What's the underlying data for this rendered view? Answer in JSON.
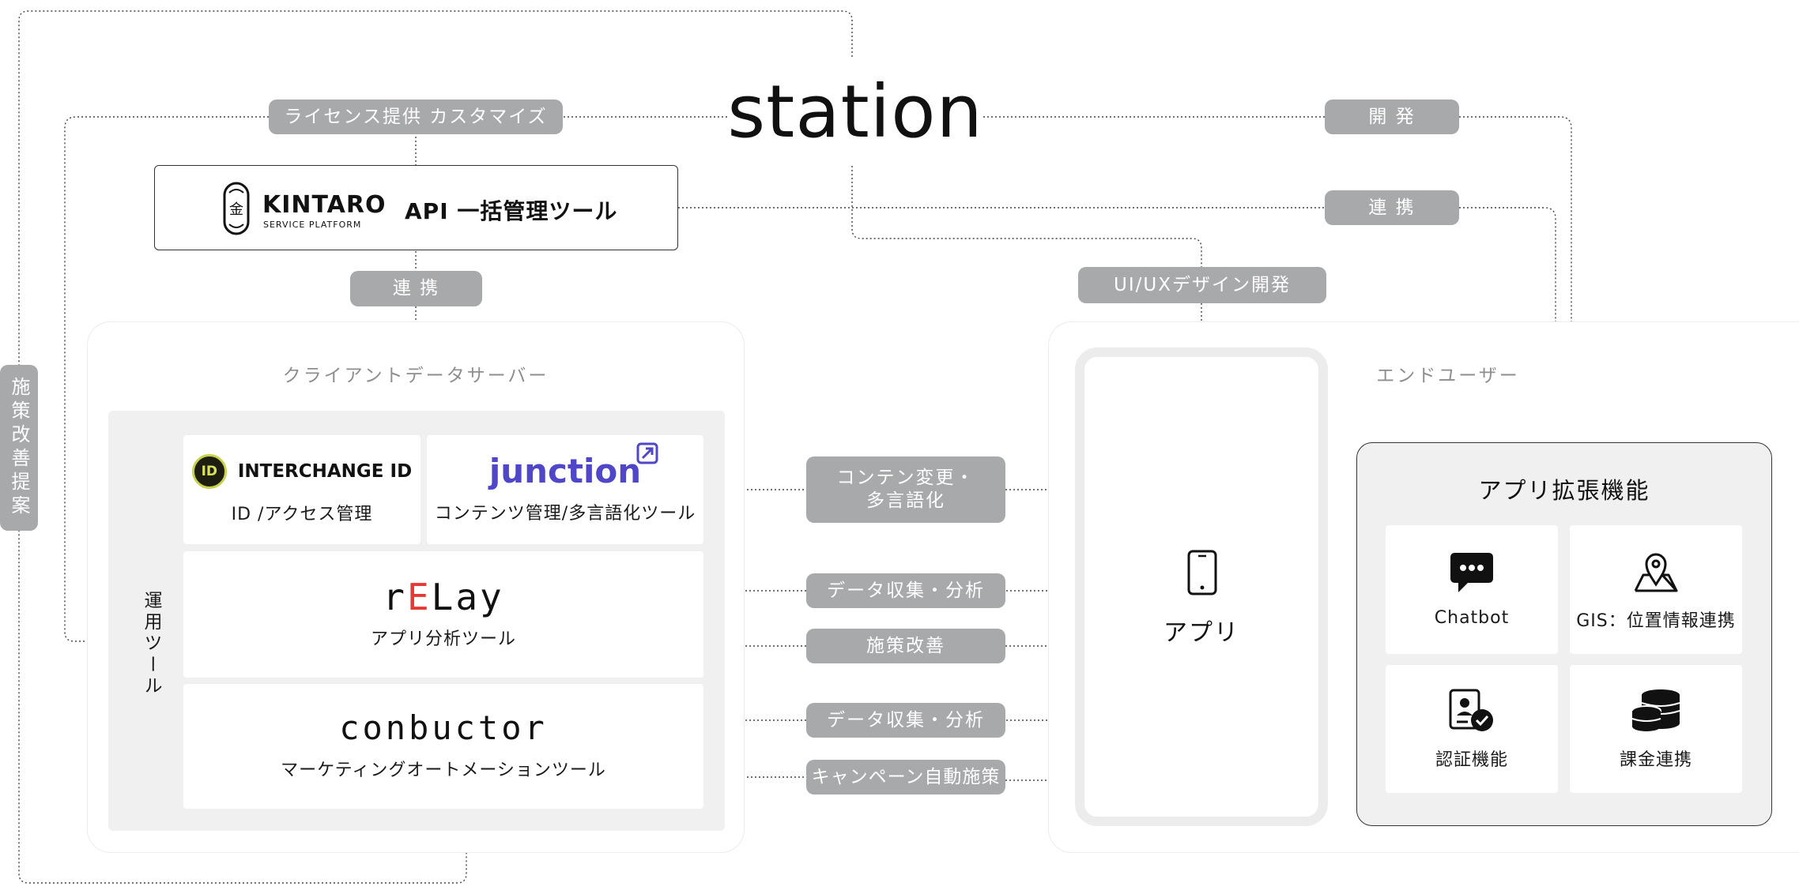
{
  "brand": {
    "title": "station"
  },
  "edges": {
    "license_customize": "ライセンス提供 カスタマイズ",
    "development": "開 発",
    "integration_top": "連 携",
    "integration_kintaro": "連 携",
    "uiux_design": "UI/UXデザイン開発",
    "content_localization": "コンテン変更・\n多言語化",
    "data_analysis_1": "データ収集・分析",
    "measure_improvement": "施策改善",
    "data_analysis_2": "データ収集・分析",
    "campaign_auto": "キャンペーン自動施策"
  },
  "side_label": "施策改善提案",
  "kintaro": {
    "logo_name": "KINTARO",
    "logo_sub": "SERVICE PLATFORM",
    "description": "API 一括管理ツール"
  },
  "client_server": {
    "title": "クライアントデータサーバー",
    "ops_label": "運用ツール",
    "interchange": {
      "logo": "INTERCHANGE ID",
      "caption": "ID /アクセス管理"
    },
    "junction": {
      "logo": "junction",
      "caption": "コンテンツ管理/多言語化ツール"
    },
    "relay": {
      "logo": "rELay",
      "caption": "アプリ分析ツール"
    },
    "conductor": {
      "logo": "conbuctor",
      "caption": "マーケティングオートメーションツール"
    }
  },
  "end_user": {
    "title": "エンドユーザー",
    "app_label": "アプリ",
    "extensions": {
      "title": "アプリ拡張機能",
      "items": [
        {
          "label": "Chatbot",
          "icon": "chat-bubble-icon"
        },
        {
          "label": "GIS：位置情報連携",
          "icon": "map-pin-icon"
        },
        {
          "label": "認証機能",
          "icon": "id-badge-check-icon"
        },
        {
          "label": "課金連携",
          "icon": "coin-stack-icon"
        }
      ]
    }
  },
  "colors": {
    "pill": "#a7a9ab",
    "panel_border": "#ececec",
    "gray_area": "#f0f0f1",
    "text": "#1a1a1a",
    "accent_junction": "#5046c8",
    "accent_relay": "#e53935"
  }
}
